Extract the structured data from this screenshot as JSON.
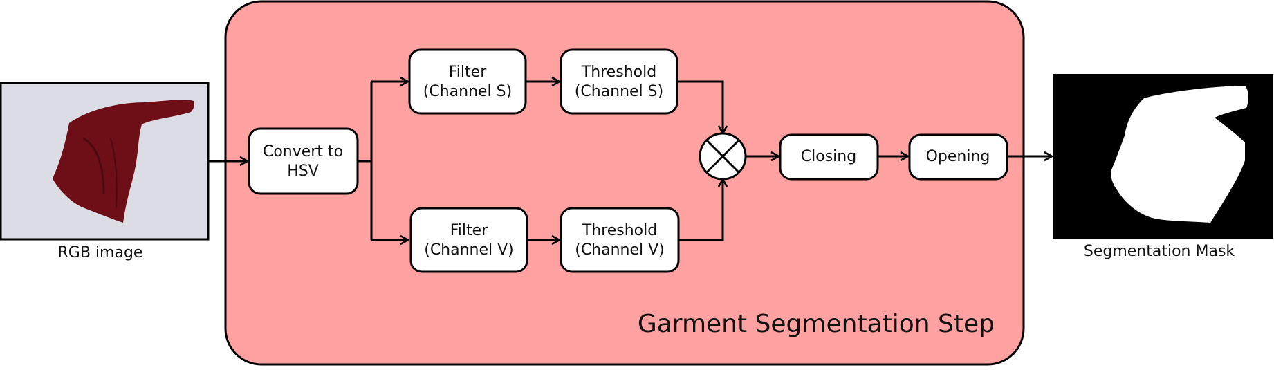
{
  "colors": {
    "panel_fill": "#ffa1a1",
    "stroke": "#000000",
    "node_fill": "#ffffff",
    "garment": "#6e0f18",
    "photo_bg": "#dcdce4",
    "mask_bg": "#000000",
    "mask_fg": "#ffffff"
  },
  "input": {
    "label": "RGB image",
    "icon": "garment-photo"
  },
  "panel": {
    "title": "Garment Segmentation Step"
  },
  "nodes": {
    "convert": {
      "line1": "Convert to",
      "line2": "HSV"
    },
    "filter_s": {
      "line1": "Filter",
      "line2": "(Channel S)"
    },
    "threshold_s": {
      "line1": "Threshold",
      "line2": "(Channel S)"
    },
    "filter_v": {
      "line1": "Filter",
      "line2": "(Channel V)"
    },
    "threshold_v": {
      "line1": "Threshold",
      "line2": "(Channel V)"
    },
    "multiply": {
      "icon": "multiply-circle-icon"
    },
    "closing": {
      "label": "Closing"
    },
    "opening": {
      "label": "Opening"
    }
  },
  "output": {
    "label": "Segmentation Mask",
    "icon": "segmentation-mask"
  }
}
